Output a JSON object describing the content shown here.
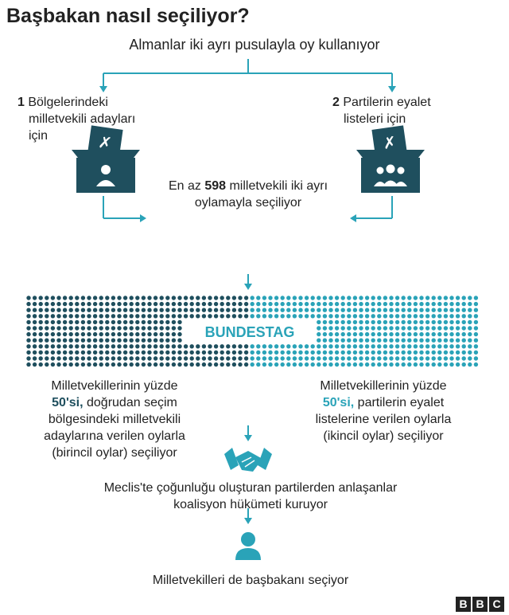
{
  "title": "Başbakan nasıl seçiliyor?",
  "subtitle": "Almanlar iki ayrı pusulayla oy kullanıyor",
  "left_ballot": {
    "number": "1",
    "line1": "Bölgelerindeki",
    "line2": "milletvekili adayları",
    "line3": "için"
  },
  "right_ballot": {
    "number": "2",
    "line1": "Partilerin eyalet",
    "line2": "listeleri için"
  },
  "middle": {
    "line1_prefix": "En az",
    "line1_number": "598",
    "line1_suffix": "milletvekili iki ayrı",
    "line2": "oylamayla seçiliyor"
  },
  "bundestag_label": "BUNDESTAG",
  "left_text": {
    "line1": "Milletvekillerinin yüzde",
    "line2_bold": "50'si,",
    "line2_rest": "doğrudan seçim",
    "line3": "bölgesindeki milletvekili",
    "line4": "adaylarına verilen oylarla",
    "line5": "(birincil oylar) seçiliyor"
  },
  "right_text": {
    "line1": "Milletvekillerinin yüzde",
    "line2_bold": "50'si,",
    "line2_rest": "partilerin eyalet",
    "line3": "listelerine verilen oylarla",
    "line4": "(ikincil oylar) seçiliyor"
  },
  "coalition": {
    "line1": "Meclis'te çoğunluğu oluşturan partilerden anlaşanlar",
    "line2": "koalisyon hükümeti kuruyor"
  },
  "final_text": "Milletvekilleri de başbakanı seçiyor",
  "colors": {
    "dark": "#1f4f5e",
    "teal": "#2aa3b8",
    "line": "#2aa3b8"
  },
  "icons": {
    "left_box": "ballot-box-person-icon",
    "right_box": "ballot-box-group-icon",
    "handshake": "handshake-icon",
    "person": "person-icon"
  },
  "logo": [
    "B",
    "B",
    "C"
  ]
}
